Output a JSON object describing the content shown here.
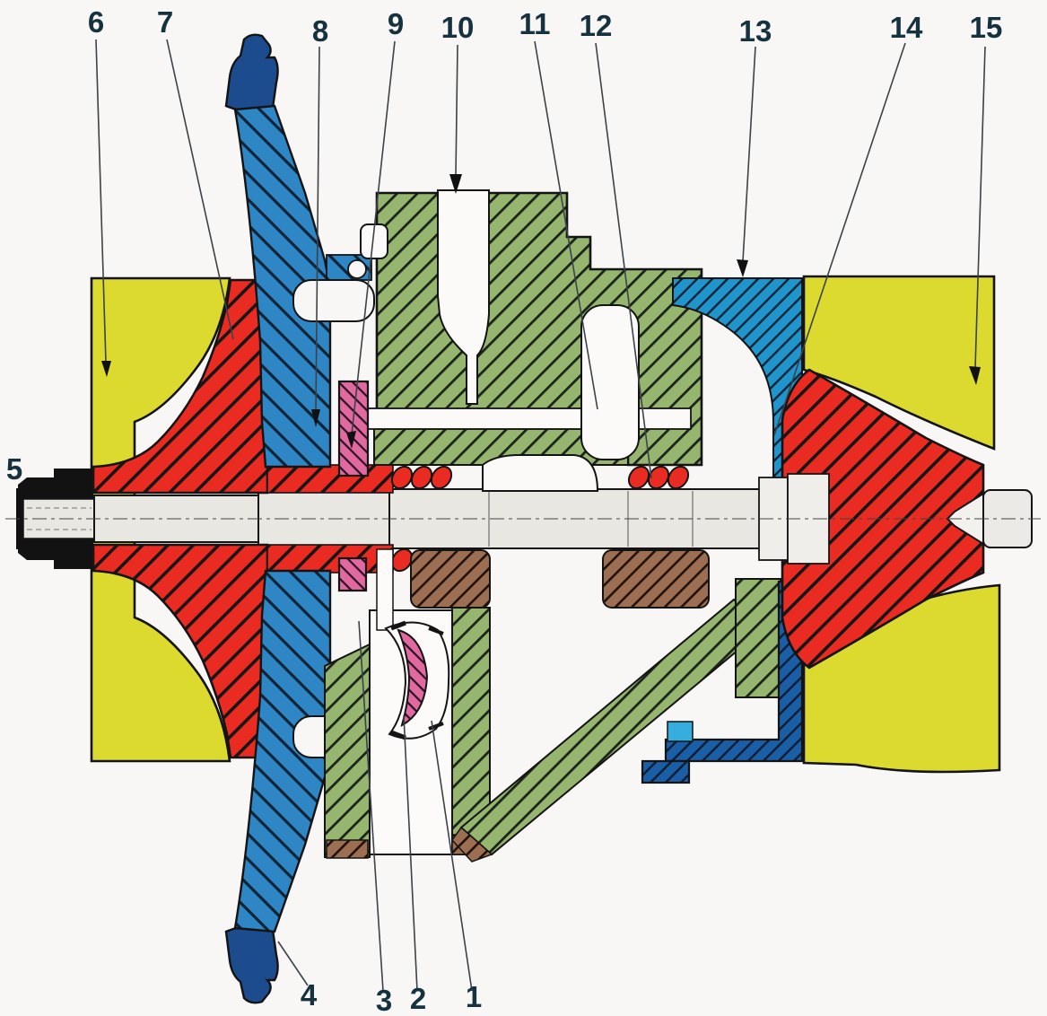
{
  "diagram": {
    "kind": "engineering-cross-section",
    "subject": "turbocharger rotor assembly sectional view"
  },
  "callouts": {
    "c1": "1",
    "c2": "2",
    "c3": "3",
    "c4": "4",
    "c5": "5",
    "c6": "6",
    "c7": "7",
    "c8": "8",
    "c9": "9",
    "c10": "10",
    "c11": "11",
    "c12": "12",
    "c13": "13",
    "c14": "14",
    "c15": "15"
  },
  "palette": {
    "housing_yellow": "#dcd92f",
    "wheel_red": "#ea2b21",
    "disc_blue": "#2f86c4",
    "disc_navy": "#1c4c8e",
    "shield_cyan": "#2095cb",
    "backplate_navy": "#1a5ea6",
    "bearing_housing_green": "#96b56e",
    "seal_pink": "#e06aa0",
    "support_brown": "#9c6f52",
    "shaft_gray": "#e9e7e2",
    "background": "#f8f7f5",
    "label_ink": "#16323f"
  }
}
